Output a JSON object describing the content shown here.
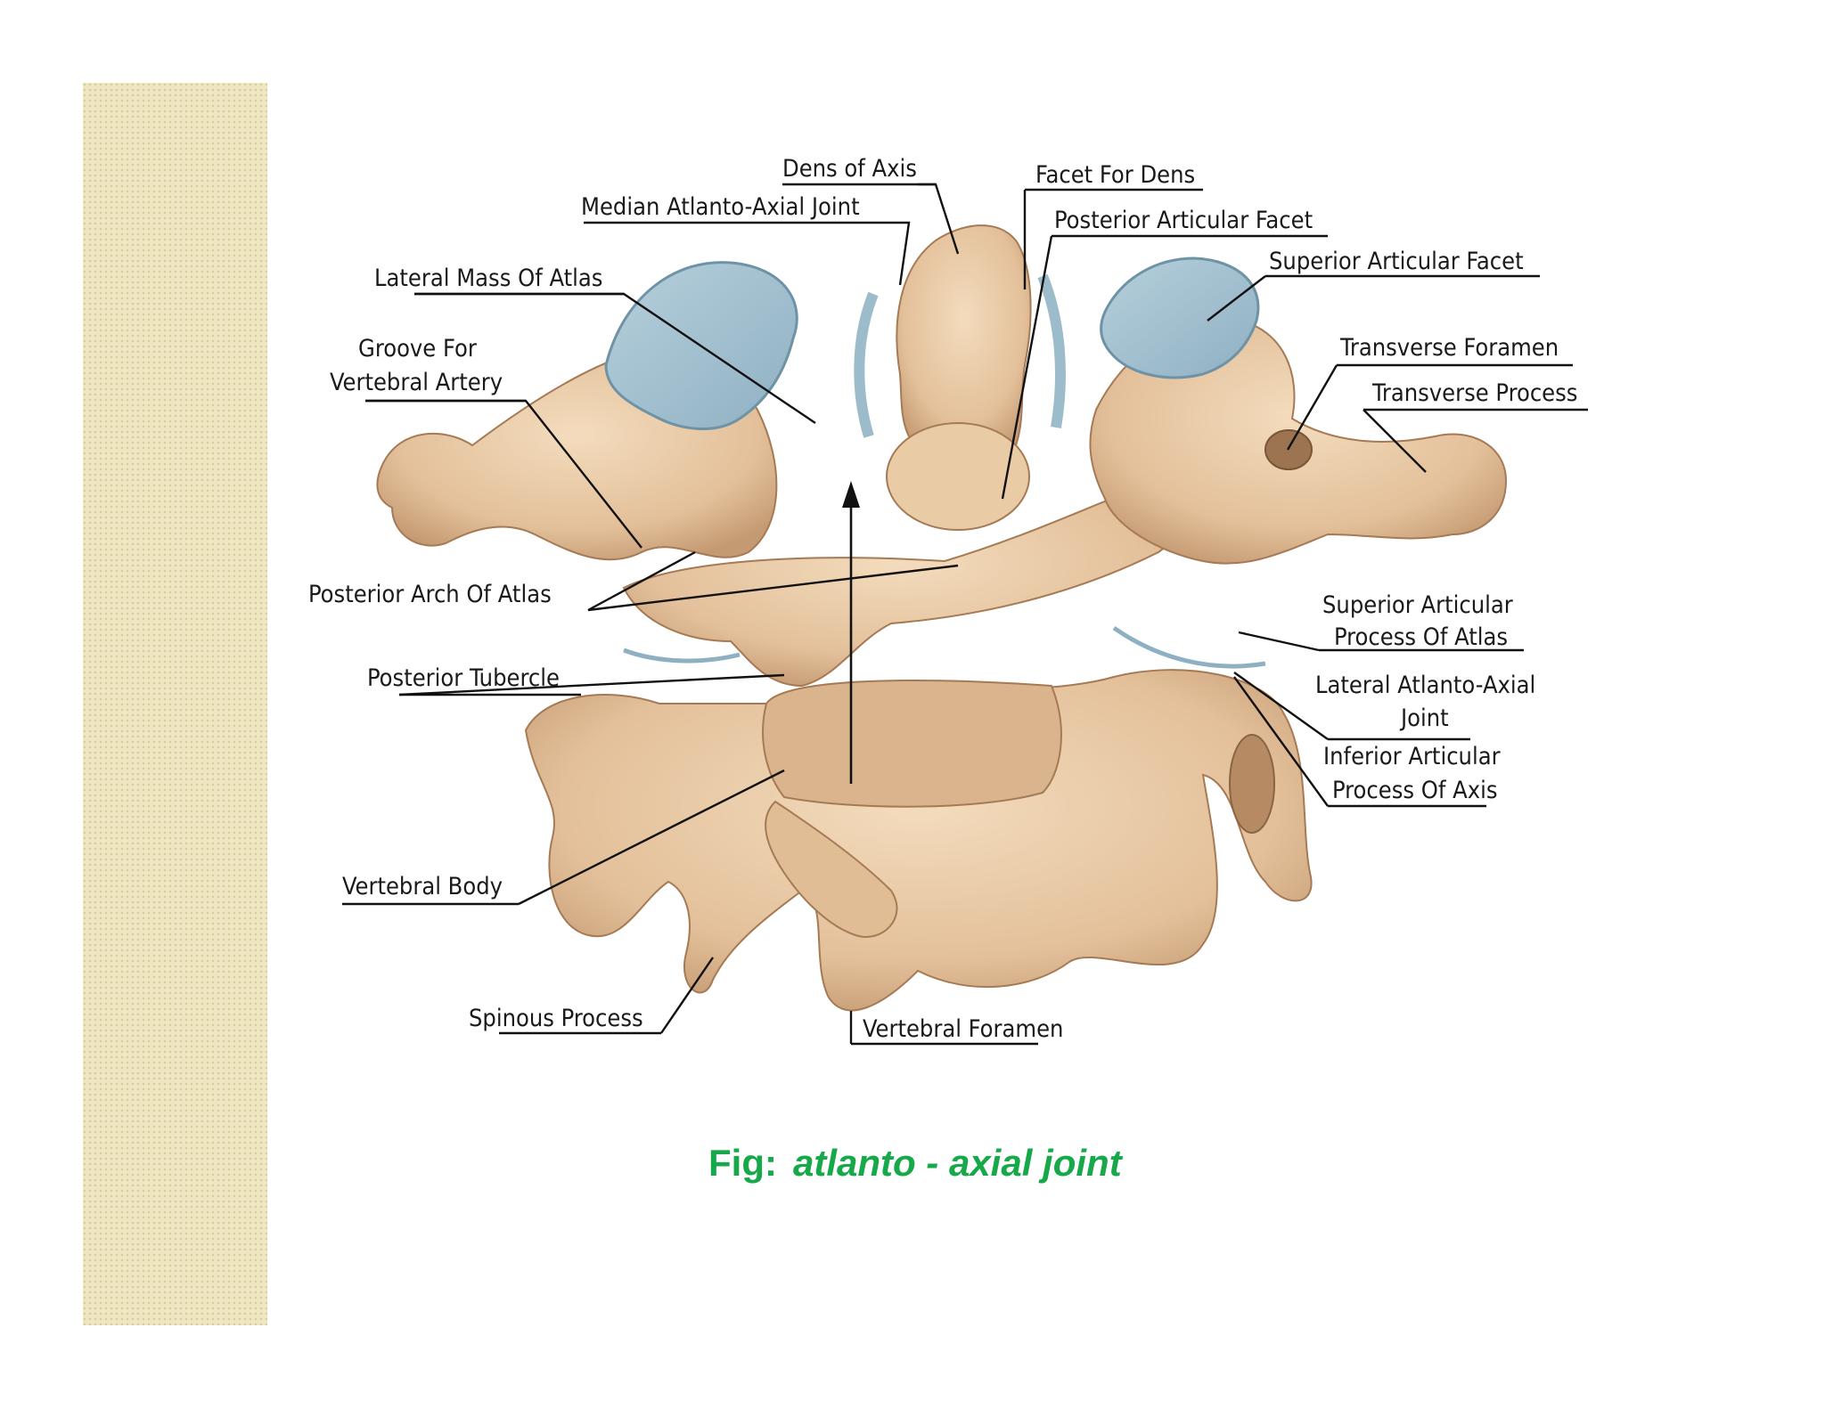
{
  "labels": {
    "dens_of_axis": "Dens of Axis",
    "median_joint": "Median Atlanto-Axial Joint",
    "facet_for_dens": "Facet For Dens",
    "posterior_articular_facet": "Posterior Articular Facet",
    "superior_articular_facet": "Superior Articular Facet",
    "lateral_mass": "Lateral Mass Of Atlas",
    "groove_1": "Groove For",
    "groove_2": "Vertebral Artery",
    "transverse_foramen": "Transverse Foramen",
    "transverse_process": "Transverse Process",
    "posterior_arch": "Posterior Arch Of Atlas",
    "sup_process_1": "Superior Articular",
    "sup_process_2": "Process Of Atlas",
    "posterior_tubercle": "Posterior Tubercle",
    "lateral_joint_1": "Lateral Atlanto-Axial",
    "lateral_joint_2": "Joint",
    "inf_process_1": "Inferior Articular",
    "inf_process_2": "Process Of Axis",
    "vertebral_body": "Vertebral Body",
    "spinous_process": "Spinous Process",
    "vertebral_foramen": "Vertebral Foramen"
  },
  "caption": {
    "prefix": "Fig:",
    "title": "atlanto - axial joint"
  },
  "colors": {
    "bone": "#e8c9a4",
    "bone_shadow": "#b98e66",
    "cartilage": "#9dbccb",
    "caption": "#17a84a",
    "side_strip": "#efe6c2"
  }
}
